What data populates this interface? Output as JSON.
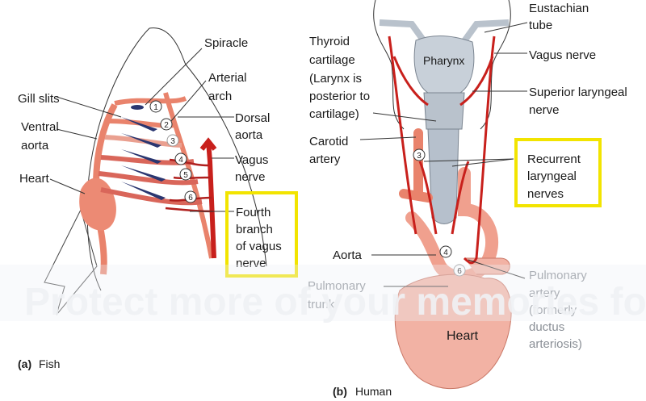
{
  "fish": {
    "caption_letter": "(a)",
    "caption": "Fish",
    "labels": {
      "spiracle": "Spiracle",
      "arterial_arch": [
        "Arterial",
        "arch"
      ],
      "gill_slits": "Gill slits",
      "ventral_aorta": [
        "Ventral",
        "aorta"
      ],
      "dorsal_aorta": [
        "Dorsal",
        "aorta"
      ],
      "vagus_nerve": [
        "Vagus",
        "nerve"
      ],
      "heart": "Heart",
      "fourth_branch": [
        "Fourth",
        "branch",
        "of vagus",
        "nerve"
      ]
    },
    "arch_numbers": [
      "1",
      "2",
      "3",
      "4",
      "5",
      "6"
    ]
  },
  "human": {
    "caption_letter": "(b)",
    "caption": "Human",
    "labels": {
      "eustachian_tube": [
        "Eustachian",
        "tube"
      ],
      "thyroid_cartilage": [
        "Thyroid",
        "cartilage",
        "(Larynx is",
        "posterior to",
        "cartilage)"
      ],
      "pharynx": "Pharynx",
      "vagus_nerve": "Vagus nerve",
      "superior_laryngeal": [
        "Superior laryngeal",
        "nerve"
      ],
      "carotid_artery": [
        "Carotid",
        "artery"
      ],
      "recurrent_laryngeal": [
        "Recurrent",
        "laryngeal",
        "nerves"
      ],
      "aorta": "Aorta",
      "pulmonary_trunk": [
        "Pulmonary",
        "trunk"
      ],
      "pulmonary_artery": [
        "Pulmonary",
        "artery",
        "(formerly",
        "ductus",
        "arteriosis)"
      ],
      "heart": "Heart"
    },
    "arch_numbers": [
      "3",
      "4",
      "6"
    ]
  },
  "watermark": "Protect more of your memories for less!",
  "colors": {
    "artery": "#e9836c",
    "nerve": "#c8201c",
    "highlight": "#f2e400",
    "cartilage": "#b9c2cc"
  }
}
